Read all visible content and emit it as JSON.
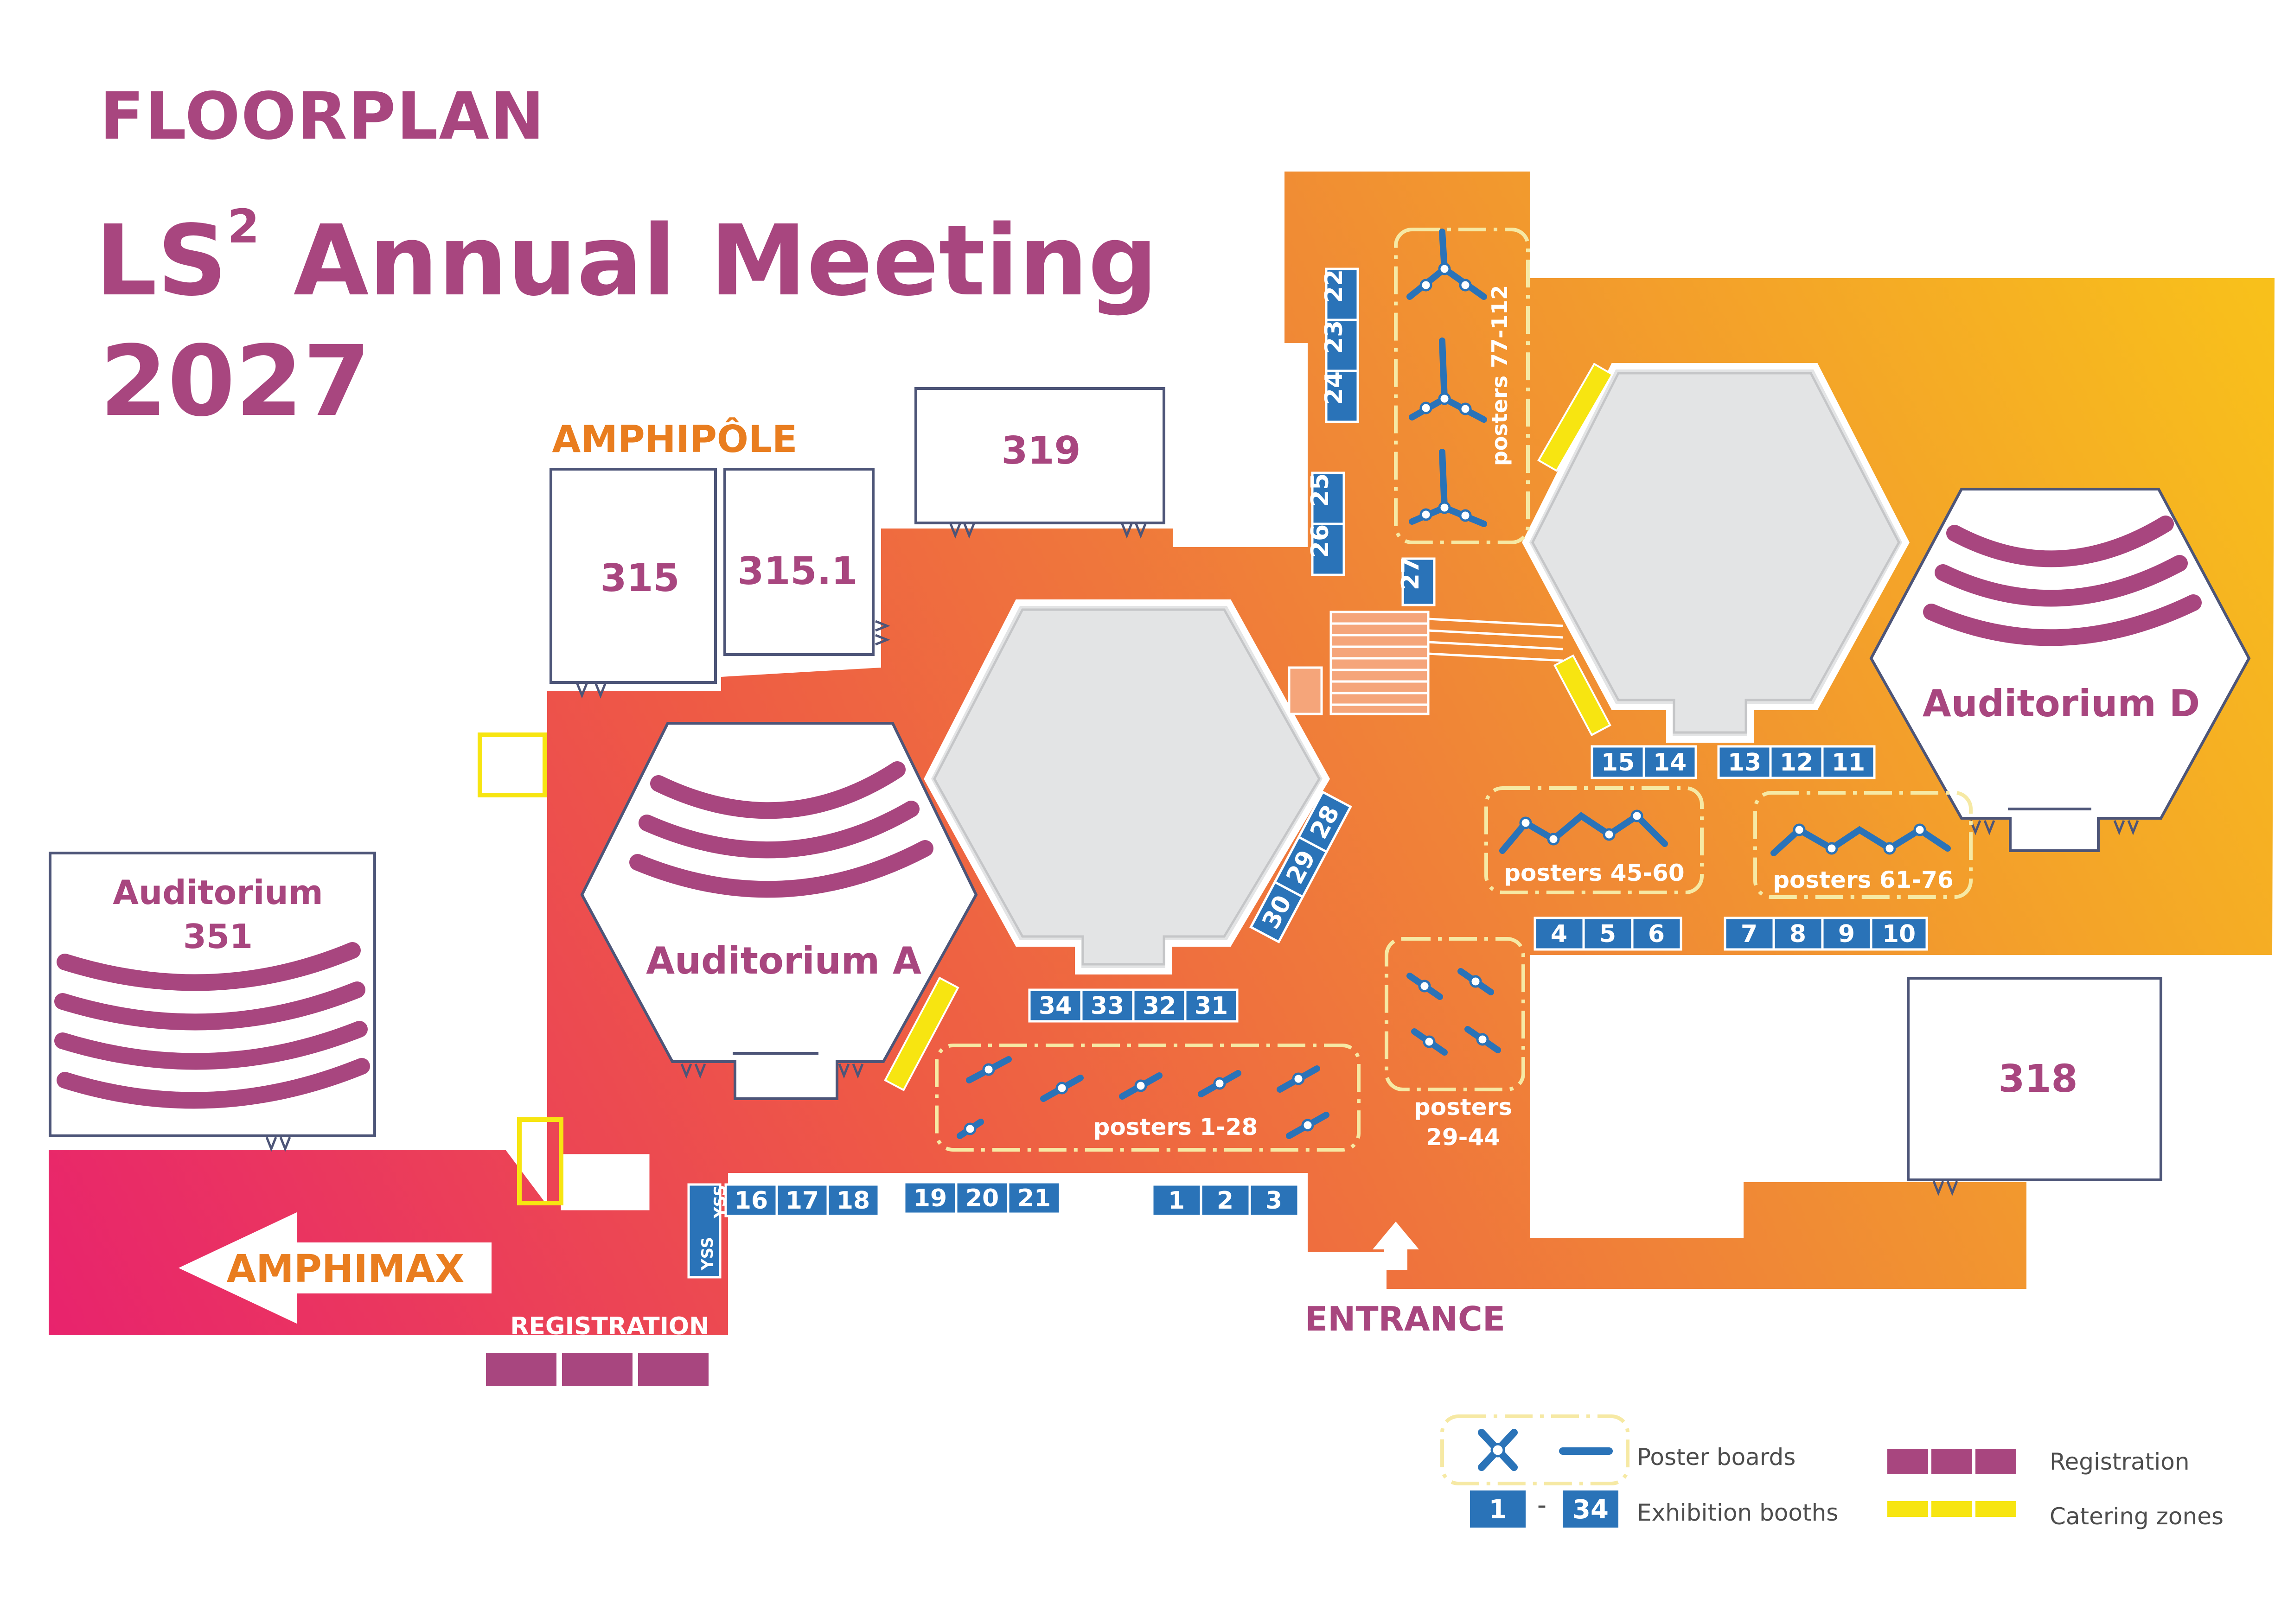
{
  "header": {
    "kicker": "FLOORPLAN",
    "title_main": "LS",
    "title_sup": "2",
    "title_rest": " Annual Meeting",
    "year": "2027"
  },
  "rooms": {
    "amphipole": "AMPHIPÔLE",
    "r315": "315",
    "r3151": "315.1",
    "r319": "319",
    "r318": "318",
    "aud351_line1": "Auditorium",
    "aud351_line2": "351",
    "audA": "Auditorium A",
    "audD": "Auditorium D",
    "amphimax": "AMPHIMAX",
    "registration": "REGISTRATION",
    "entrance": "ENTRANCE"
  },
  "posters": {
    "p1_28": "posters 1-28",
    "p29_44_line1": "posters",
    "p29_44_line2": "29-44",
    "p45_60": "posters 45-60",
    "p61_76": "posters 61-76",
    "p77_112": "posters 77-112"
  },
  "booths": {
    "b1": "1",
    "b2": "2",
    "b3": "3",
    "b4": "4",
    "b5": "5",
    "b6": "6",
    "b7": "7",
    "b8": "8",
    "b9": "9",
    "b10": "10",
    "b11": "11",
    "b12": "12",
    "b13": "13",
    "b14": "14",
    "b15": "15",
    "b16": "16",
    "b17": "17",
    "b18": "18",
    "b19": "19",
    "b20": "20",
    "b21": "21",
    "b22": "22",
    "b23": "23",
    "b24": "24",
    "b25": "25",
    "b26": "26",
    "b27": "27",
    "b28": "28",
    "b29": "29",
    "b30": "30",
    "b31": "31",
    "b32": "32",
    "b33": "33",
    "b34": "34",
    "yss": "YSS"
  },
  "legend": {
    "poster_boards": "Poster boards",
    "booth_from": "1",
    "booth_dash": "-",
    "booth_to": "34",
    "exhibition_booths": "Exhibition booths",
    "registration": "Registration",
    "catering": "Catering zones"
  },
  "colors": {
    "brand_purple": "#a8467f",
    "booth_blue": "#2a73b8",
    "orange_label": "#e97d1f",
    "catering_yellow": "#f7e511",
    "poster_zone_outline": "#f6e9a4",
    "hex_gray": "#e3e4e5"
  }
}
